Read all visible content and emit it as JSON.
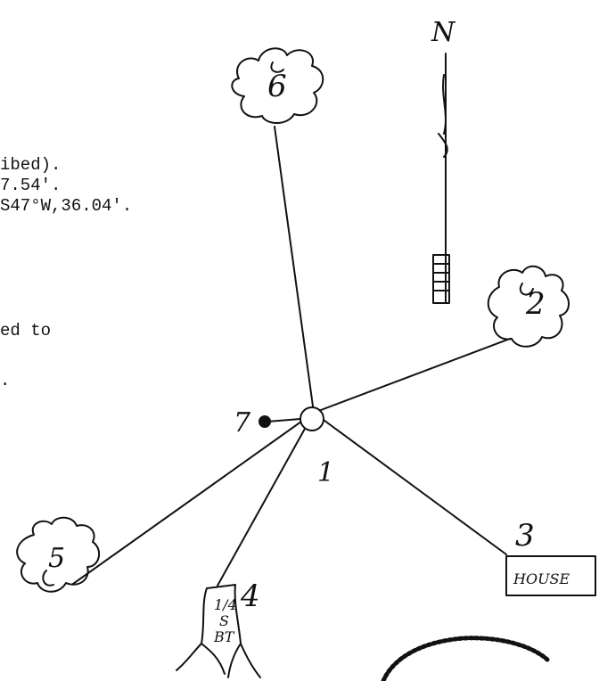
{
  "text_lines": [
    "ibed).",
    "7.54'.",
    "S47°W,36.04'.",
    "ed to",
    "."
  ],
  "compass": {
    "north_label": "N"
  },
  "points": {
    "p1": "1",
    "p2": "2",
    "p3": "3",
    "p4": "4",
    "p5": "5",
    "p6": "6",
    "p7": "7"
  },
  "house_label": "HOUSE",
  "stump_label": "1/4\nS\nBT"
}
